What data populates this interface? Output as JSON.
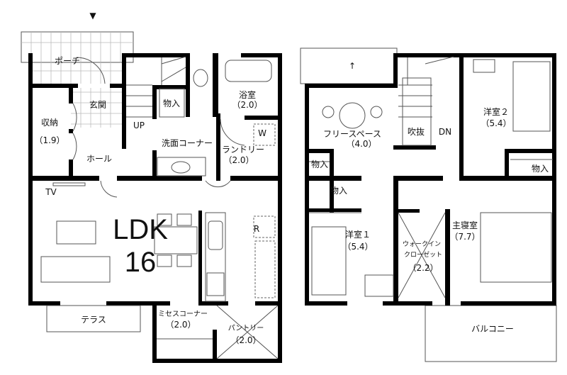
{
  "floor1": {
    "entrance_marker": "▼",
    "rooms": {
      "porch": "ポーチ",
      "genkan": "玄関",
      "storage": "収納",
      "storage_size": "（1.9）",
      "hall": "ホール",
      "closet1": "物入",
      "up": "UP",
      "bath": "浴室",
      "bath_size": "（2.0）",
      "washroom": "洗面コーナー",
      "laundry": "ランドリー",
      "laundry_size": "（2.0）",
      "tv": "TV",
      "ldk": "LDK",
      "ldk_size": "16",
      "fridge": "R",
      "washer": "W",
      "terrace": "テラス",
      "mrs_corner": "ミセスコーナー",
      "mrs_size": "（2.0）",
      "pantry": "パントリー",
      "pantry_size": "（2.0）"
    }
  },
  "floor2": {
    "up_arrow": "↑",
    "rooms": {
      "free_space": "フリースペース",
      "free_size": "（4.0）",
      "void": "吹抜",
      "dn": "DN",
      "western2": "洋室２",
      "western2_size": "（5.4）",
      "closet_a": "物入",
      "closet_b": "物入",
      "closet_c": "物入",
      "western1": "洋室１",
      "western1_size": "（5.4）",
      "walkin_1": "ウォークイン",
      "walkin_2": "クローゼット",
      "walkin_size": "（2.2）",
      "master": "主寝室",
      "master_size": "（7.7）",
      "balcony": "バルコニー"
    }
  }
}
